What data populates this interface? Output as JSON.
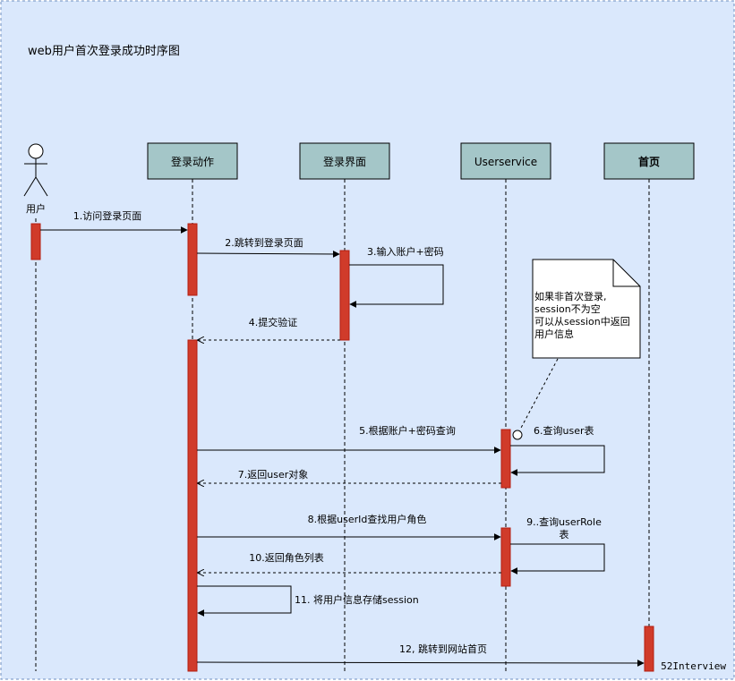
{
  "diagram": {
    "title": "web用户首次登录成功时序图",
    "actor_label": "用户",
    "participants": [
      "登录动作",
      "登录界面",
      "Userservice",
      "首页"
    ],
    "messages": [
      "1.访问登录页面",
      "2.跳转到登录页面",
      "3.输入账户+密码",
      "4.提交验证",
      "5.根据账户+密码查询",
      "6.查询user表",
      "7.返回user对象",
      "8.根据userId查找用户角色",
      "9..查询userRole",
      "表",
      "10.返回角色列表",
      "11. 将用户信息存储session",
      "12, 跳转到网站首页"
    ],
    "note_lines": [
      "如果非首次登录,",
      "session不为空",
      "可以从session中返回",
      "用户信息"
    ],
    "watermark": "52Interview"
  },
  "colors": {
    "background": "#dae8fc",
    "frame": "#6c8ebf",
    "participant_fill": "#a4c6c8",
    "activation_fill": "#d03b2a",
    "activation_stroke": "#b41e10",
    "line": "#000000"
  }
}
